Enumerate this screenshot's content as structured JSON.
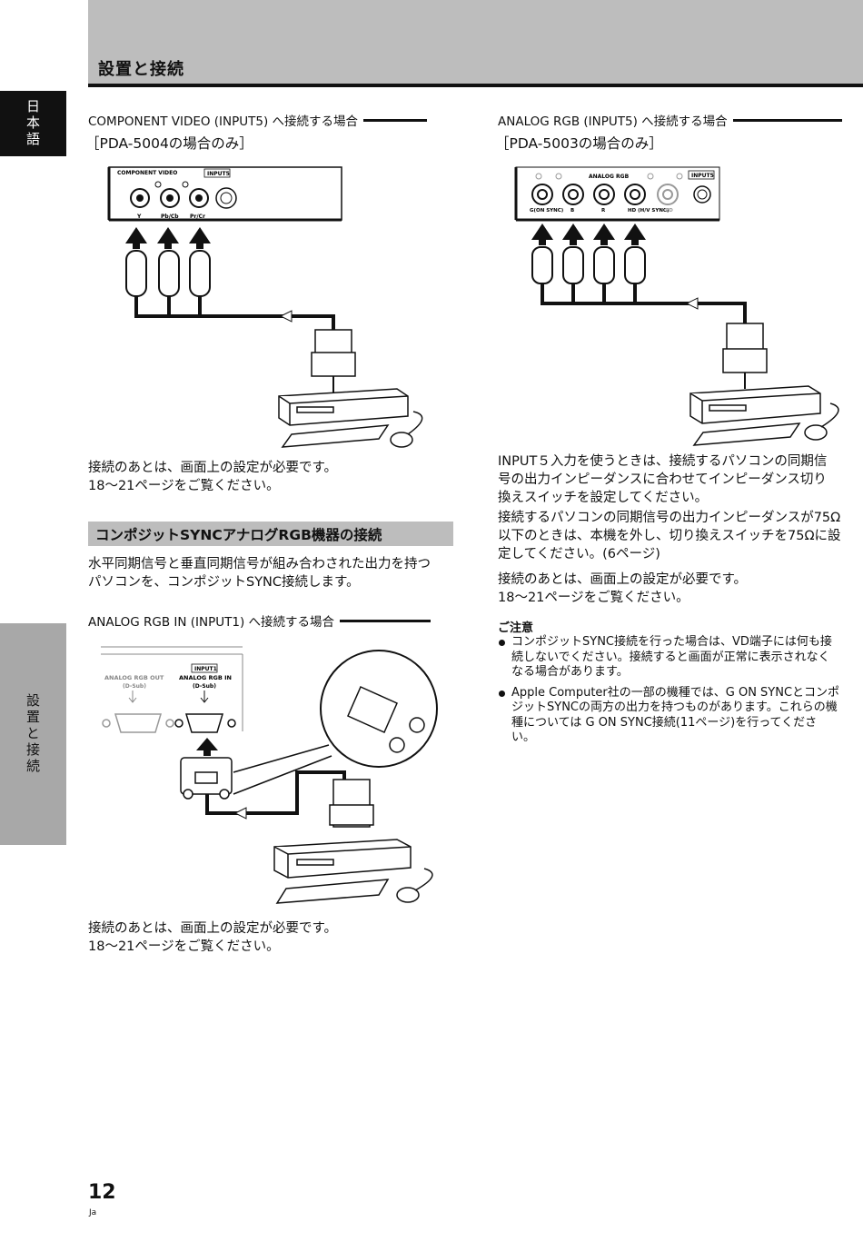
{
  "header": {
    "section_title": "設置と接続"
  },
  "side_tabs": {
    "language": "日本語",
    "section": "設置と接続"
  },
  "left": {
    "component": {
      "heading": "COMPONENT VIDEO (INPUT5) へ接続する場合",
      "model_note": "［PDA-5004の場合のみ］",
      "panel_label": "COMPONENT VIDEO",
      "input_label": "INPUT5",
      "jacks": [
        "Y",
        "Pb/Cb",
        "Pr/Cr"
      ],
      "after_text": [
        "接続のあとは、画面上の設定が必要です。",
        "18〜21ページをご覧ください。"
      ]
    },
    "composite_sync": {
      "box_heading": "コンポジットSYNCアナログRGB機器の接続",
      "intro": [
        "水平同期信号と垂直同期信号が組み合わされた出力を持つ",
        "パソコンを、コンポジットSYNC接続します。"
      ],
      "heading": "ANALOG RGB IN (INPUT1) へ接続する場合",
      "out_label": "ANALOG RGB OUT",
      "out_sub": "(D-Sub)",
      "in_tag": "INPUT1",
      "in_label": "ANALOG RGB IN",
      "in_sub": "(D-Sub)",
      "after_text": [
        "接続のあとは、画面上の設定が必要です。",
        "18〜21ページをご覧ください。"
      ]
    }
  },
  "right": {
    "analog": {
      "heading": "ANALOG RGB (INPUT5) へ接続する場合",
      "model_note": "［PDA-5003の場合のみ］",
      "panel_label": "ANALOG RGB",
      "input_label": "INPUT5",
      "jacks": [
        "G(ON SYNC)",
        "B",
        "R",
        "HD (H/V SYNC)",
        "VD"
      ]
    },
    "paragraphs": [
      [
        "INPUT５入力を使うときは、接続するパソコンの同期信",
        "号の出力インピーダンスに合わせてインピーダンス切り",
        "換えスイッチを設定してください。"
      ],
      [
        "接続するパソコンの同期信号の出力インピーダンスが75Ω",
        "以下のときは、本機を外し、切り換えスイッチを75Ωに設",
        "定してください。(6ページ)"
      ],
      [
        "接続のあとは、画面上の設定が必要です。",
        "18〜21ページをご覧ください。"
      ]
    ],
    "notes": {
      "title": "ご注意",
      "items": [
        [
          "コンポジットSYNC接続を行った場合は、VD端子には何も接",
          "続しないでください。接続すると画面が正常に表示されなく",
          "なる場合があります。"
        ],
        [
          "Apple Computer社の一部の機種では、G ON SYNCとコンポ",
          "ジットSYNCの両方の出力を持つものがあります。これらの機",
          "種については G ON SYNC接続(11ページ)を行ってくださ",
          "い。"
        ]
      ]
    }
  },
  "footer": {
    "page_number": "12",
    "language_code": "Ja"
  }
}
